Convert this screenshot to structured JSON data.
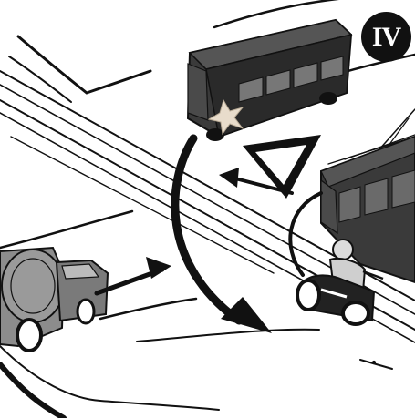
{
  "panel": {
    "number": "IV",
    "colors": {
      "ink": "#111111",
      "paper": "#ffffff",
      "vehicle_dark": "#3a3a3a",
      "vehicle_mid": "#8c8c8c",
      "vehicle_light": "#c8c8c8",
      "highlight_mark": "#e8dccb"
    },
    "icons": [
      "bus",
      "tanker-truck",
      "tram",
      "motorcyclist",
      "yield-sign",
      "movement-arrow"
    ]
  }
}
